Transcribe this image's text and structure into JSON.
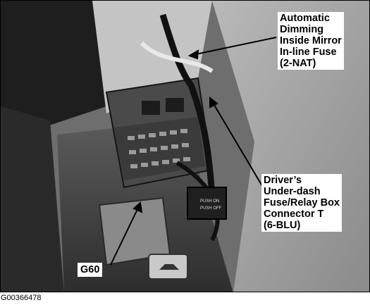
{
  "labels": {
    "mirror_fuse": "Automatic\nDimming\nInside Mirror\nIn-line Fuse\n(2-NAT)",
    "connector": "Driver’s\nUnder-dash\nFuse/Relay Box\nConnector T\n(6-BLU)",
    "ground": "G60"
  },
  "switch_text": {
    "line1": "PUSH ON",
    "line2": "PUSH OFF"
  },
  "caption": "G00366478"
}
